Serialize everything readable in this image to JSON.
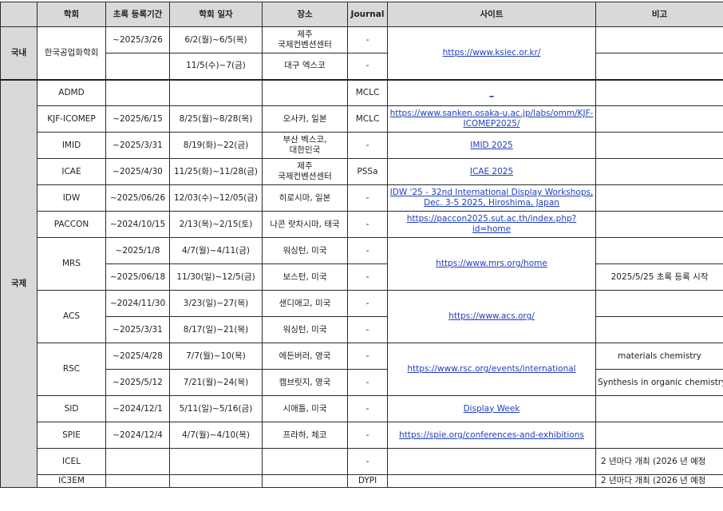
{
  "headers": [
    "",
    "학회",
    "초록 등록기간",
    "학회 일자",
    "장소",
    "Journal",
    "사이트",
    "비고"
  ],
  "domestic": {
    "label": "국내",
    "society": "한국공업화학회",
    "site": "https://www.ksiec.or.kr/",
    "rows": [
      {
        "deadline": "~2025/3/26",
        "date": "6/2(월)~6/5(목)",
        "place": "제주\n국제컨벤션센터",
        "journal": "-"
      },
      {
        "deadline": "",
        "date": "11/5(수)~7(금)",
        "place": "대구 엑스코",
        "journal": "-"
      }
    ]
  },
  "international": {
    "label": "국제",
    "rows": [
      {
        "society": "ADMD",
        "deadline": "",
        "date": "",
        "place": "",
        "journal": "MCLC",
        "site": "_",
        "note": ""
      },
      {
        "society": "KJF-ICOMEP",
        "deadline": "~2025/6/15",
        "date": "8/25(월)~8/28(목)",
        "place": "오사카, 일본",
        "journal": "MCLC",
        "site": "https://www.sanken.osaka-u.ac.jp/labs/omm/KJF-ICOMEP2025/",
        "note": ""
      },
      {
        "society": "IMID",
        "deadline": "~2025/3/31",
        "date": "8/19(화)~22(금)",
        "place": "부산 벡스코,\n대한민국",
        "journal": "-",
        "site": "IMID 2025",
        "note": ""
      },
      {
        "society": "ICAE",
        "deadline": "~2025/4/30",
        "date": "11/25(화)~11/28(금)",
        "place": "제주\n국제컨벤션센터",
        "journal": "PSSa",
        "site": "ICAE 2025",
        "note": ""
      },
      {
        "society": "IDW",
        "deadline": "~2025/06/26",
        "date": "12/03(수)~12/05(금)",
        "place": "히로시마, 일본",
        "journal": "-",
        "site": "IDW '25 - 32nd International Display Workshops, Dec. 3-5 2025, Hiroshima, Japan",
        "note": ""
      },
      {
        "society": "PACCON",
        "deadline": "~2024/10/15",
        "date": "2/13(목)~2/15(토)",
        "place": "나콘 랏차시마, 태국",
        "journal": "-",
        "site": "https://paccon2025.sut.ac.th/index.php?id=home",
        "note": ""
      }
    ],
    "mrs": {
      "society": "MRS",
      "site": "https://www.mrs.org/home",
      "rows": [
        {
          "deadline": "~2025/1/8",
          "date": "4/7(월)~4/11(금)",
          "place": "워싱턴, 미국",
          "journal": "-",
          "note": ""
        },
        {
          "deadline": "~2025/06/18",
          "date": "11/30(일)~12/5(금)",
          "place": "보스턴, 미국",
          "journal": "-",
          "note": "2025/5/25 초록 등록 시작"
        }
      ]
    },
    "acs": {
      "society": "ACS",
      "site": "https://www.acs.org/",
      "rows": [
        {
          "deadline": "~2024/11/30",
          "date": "3/23(일)~27(목)",
          "place": "샌디애고, 미국",
          "journal": "-",
          "note": ""
        },
        {
          "deadline": "~2025/3/31",
          "date": "8/17(일)~21(목)",
          "place": "워싱턴, 미국",
          "journal": "-",
          "note": ""
        }
      ]
    },
    "rsc": {
      "society": "RSC",
      "site": "https://www.rsc.org/events/international",
      "rows": [
        {
          "deadline": "~2025/4/28",
          "date": "7/7(월)~10(목)",
          "place": "에든버러, 영국",
          "journal": "-",
          "note": "materials chemistry"
        },
        {
          "deadline": "~2025/5/12",
          "date": "7/21(월)~24(목)",
          "place": "캠브릿지, 영국",
          "journal": "-",
          "note": "Synthesis in organic chemistry"
        }
      ]
    },
    "tail": [
      {
        "society": "SID",
        "deadline": "~2024/12/1",
        "date": "5/11(일)~5/16(금)",
        "place": "시애틀, 미국",
        "journal": "-",
        "site": "Display Week",
        "note": ""
      },
      {
        "society": "SPIE",
        "deadline": "~2024/12/4",
        "date": "4/7(월)~4/10(목)",
        "place": "프라하, 체코",
        "journal": "-",
        "site": "https://spie.org/conferences-and-exhibitions",
        "note": ""
      },
      {
        "society": "ICEL",
        "deadline": "",
        "date": "",
        "place": "",
        "journal": "-",
        "site": "",
        "note": "2 년마다 개최 (2026 년 예정"
      },
      {
        "society": "IC3EM",
        "deadline": "",
        "date": "",
        "place": "",
        "journal": "DYPI",
        "site": "",
        "note": "2 년마다 개최 (2026 년 예정"
      }
    ]
  }
}
